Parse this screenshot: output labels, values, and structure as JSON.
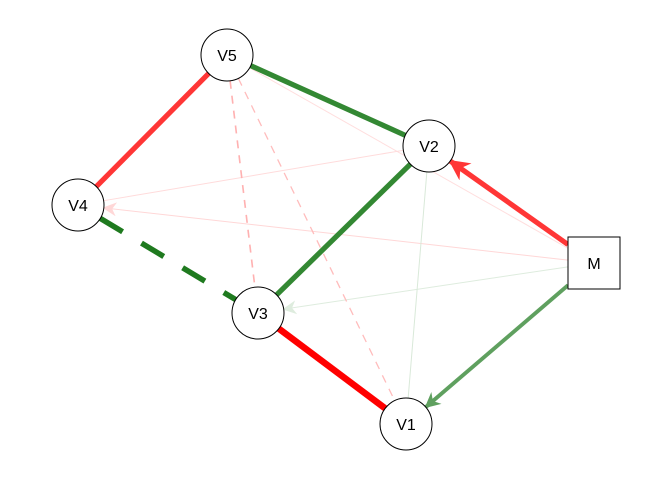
{
  "nodes": [
    {
      "id": "V5",
      "label": "V5",
      "shape": "circle"
    },
    {
      "id": "V2",
      "label": "V2",
      "shape": "circle"
    },
    {
      "id": "V4",
      "label": "V4",
      "shape": "circle"
    },
    {
      "id": "M",
      "label": "M",
      "shape": "square"
    },
    {
      "id": "V3",
      "label": "V3",
      "shape": "circle"
    },
    {
      "id": "V1",
      "label": "V1",
      "shape": "circle"
    }
  ],
  "edges": [
    {
      "from": "V5",
      "to": "M",
      "sign": "negative",
      "weight": 0.05,
      "dashed": false,
      "directed": false
    },
    {
      "from": "V4",
      "to": "V2",
      "sign": "negative",
      "weight": 0.06,
      "dashed": false,
      "directed": false
    },
    {
      "from": "M",
      "to": "V4",
      "sign": "negative",
      "weight": 0.08,
      "dashed": false,
      "directed": true
    },
    {
      "from": "M",
      "to": "V3",
      "sign": "positive",
      "weight": 0.1,
      "dashed": false,
      "directed": true
    },
    {
      "from": "V2",
      "to": "V1",
      "sign": "positive",
      "weight": 0.12,
      "dashed": false,
      "directed": false
    },
    {
      "from": "V5",
      "to": "V3",
      "sign": "negative",
      "weight": 0.25,
      "dashed": true,
      "directed": false
    },
    {
      "from": "V5",
      "to": "V1",
      "sign": "negative",
      "weight": 0.2,
      "dashed": true,
      "directed": false
    },
    {
      "from": "V5",
      "to": "V4",
      "sign": "negative",
      "weight": 0.8,
      "dashed": false,
      "directed": false
    },
    {
      "from": "V5",
      "to": "V2",
      "sign": "positive",
      "weight": 0.8,
      "dashed": false,
      "directed": false
    },
    {
      "from": "V2",
      "to": "V3",
      "sign": "positive",
      "weight": 0.8,
      "dashed": false,
      "directed": false
    },
    {
      "from": "V4",
      "to": "V3",
      "sign": "positive",
      "weight": 0.85,
      "dashed": true,
      "directed": false
    },
    {
      "from": "V3",
      "to": "V1",
      "sign": "negative",
      "weight": 1.0,
      "dashed": false,
      "directed": false
    },
    {
      "from": "M",
      "to": "V2",
      "sign": "negative",
      "weight": 0.8,
      "dashed": false,
      "directed": true
    },
    {
      "from": "M",
      "to": "V1",
      "sign": "positive",
      "weight": 0.6,
      "dashed": false,
      "directed": true
    }
  ],
  "colors": {
    "positive": "#1a7a1a",
    "negative": "#ff0000"
  }
}
